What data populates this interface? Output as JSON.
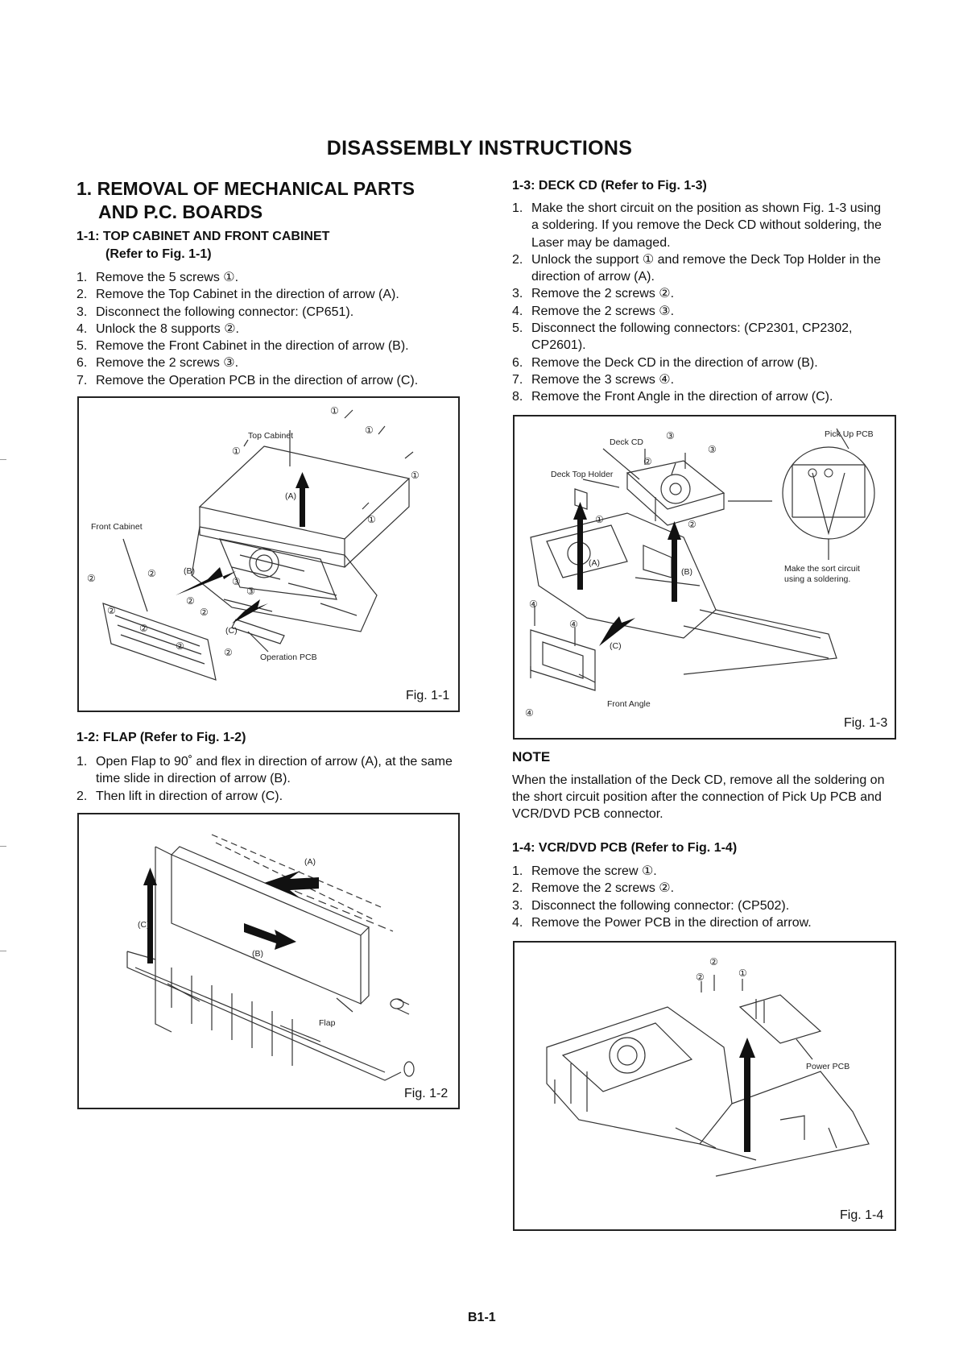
{
  "page_title": "DISASSEMBLY INSTRUCTIONS",
  "section": {
    "number": "1.",
    "title_line1": "REMOVAL OF MECHANICAL PARTS",
    "title_line2": "AND P.C. BOARDS"
  },
  "s11": {
    "heading_line1": "1-1: TOP CABINET AND FRONT CABINET",
    "heading_line2": "(Refer to Fig. 1-1)",
    "steps": [
      {
        "n": "1.",
        "t": "Remove the 5 screws ①."
      },
      {
        "n": "2.",
        "t": "Remove the Top Cabinet in the direction of arrow (A)."
      },
      {
        "n": "3.",
        "t": "Disconnect the following connector: (CP651)."
      },
      {
        "n": "4.",
        "t": "Unlock the 8 supports ②."
      },
      {
        "n": "5.",
        "t": "Remove the Front Cabinet in the direction of arrow (B)."
      },
      {
        "n": "6.",
        "t": "Remove the 2 screws ③."
      },
      {
        "n": "7.",
        "t": "Remove the Operation PCB in the direction of arrow (C)."
      }
    ],
    "fig": {
      "label": "Fig. 1-1",
      "callouts": {
        "top_cabinet": "Top Cabinet",
        "front_cabinet": "Front Cabinet",
        "operation_pcb": "Operation PCB",
        "a": "(A)",
        "b": "(B)",
        "c": "(C)",
        "s1": "①",
        "s2": "②",
        "s3": "③"
      }
    }
  },
  "s12": {
    "heading": "1-2: FLAP (Refer to Fig. 1-2)",
    "steps": [
      {
        "n": "1.",
        "t": "Open Flap to 90˚ and flex in direction of arrow (A), at the same time slide in direction of arrow (B)."
      },
      {
        "n": "2.",
        "t": "Then lift in direction of arrow (C)."
      }
    ],
    "fig": {
      "label": "Fig. 1-2",
      "callouts": {
        "a": "(A)",
        "b": "(B)",
        "c": "(C)",
        "flap": "Flap"
      }
    }
  },
  "s13": {
    "heading": "1-3: DECK CD (Refer to Fig. 1-3)",
    "steps": [
      {
        "n": "1.",
        "t": "Make the short circuit on the position as shown Fig. 1-3 using a soldering. If you remove the Deck CD without soldering, the Laser may be damaged."
      },
      {
        "n": "2.",
        "t": "Unlock the support ① and remove the Deck Top Holder in the direction of arrow (A)."
      },
      {
        "n": "3.",
        "t": "Remove the 2 screws ②."
      },
      {
        "n": "4.",
        "t": "Remove the 2 screws ③."
      },
      {
        "n": "5.",
        "t": "Disconnect the following connectors: (CP2301, CP2302, CP2601)."
      },
      {
        "n": "6.",
        "t": "Remove the Deck CD in the direction of arrow (B)."
      },
      {
        "n": "7.",
        "t": "Remove the 3 screws ④."
      },
      {
        "n": "8.",
        "t": "Remove the Front Angle in the direction of arrow (C)."
      }
    ],
    "fig": {
      "label": "Fig. 1-3",
      "callouts": {
        "pick_up_pcb": "Pick Up PCB",
        "deck_cd": "Deck CD",
        "deck_top_holder": "Deck Top Holder",
        "front_angle": "Front Angle",
        "short_note_line1": "Make the sort circuit",
        "short_note_line2": "using a soldering.",
        "a": "(A)",
        "b": "(B)",
        "c": "(C)",
        "s1": "①",
        "s2": "②",
        "s3": "③",
        "s4": "④"
      }
    }
  },
  "note": {
    "heading": "NOTE",
    "text": "When the installation of the Deck CD, remove all the soldering on the short circuit position after the connection of Pick Up PCB and VCR/DVD PCB connector."
  },
  "s14": {
    "heading": "1-4: VCR/DVD PCB (Refer to Fig. 1-4)",
    "steps": [
      {
        "n": "1.",
        "t": "Remove the screw ①."
      },
      {
        "n": "2.",
        "t": "Remove the 2 screws ②."
      },
      {
        "n": "3.",
        "t": "Disconnect the following connector: (CP502)."
      },
      {
        "n": "4.",
        "t": "Remove the Power PCB in the direction of arrow."
      }
    ],
    "fig": {
      "label": "Fig. 1-4",
      "callouts": {
        "power_pcb": "Power PCB",
        "s1": "①",
        "s2": "②"
      }
    }
  },
  "page_number": "B1-1"
}
